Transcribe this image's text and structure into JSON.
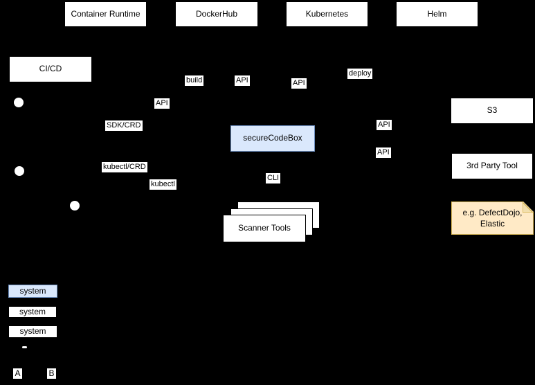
{
  "nodes": {
    "container_runtime": {
      "label": "Container Runtime"
    },
    "dockerhub": {
      "label": "DockerHub"
    },
    "kubernetes": {
      "label": "Kubernetes"
    },
    "helm": {
      "label": "Helm"
    },
    "cicd": {
      "label": "CI/CD"
    },
    "securecodebox": {
      "label": "secureCodeBox"
    },
    "s3": {
      "label": "S3"
    },
    "third_party_tool": {
      "label": "3rd Party Tool"
    },
    "defectdojo_note": {
      "label": "e.g. DefectDojo, Elastic"
    },
    "scanner_tools": {
      "label": "Scanner Tools"
    }
  },
  "edge_labels": {
    "build": "build",
    "api_dockerhub": "API",
    "api_kubernetes": "API",
    "deploy": "deploy",
    "api_cicd": "API",
    "sdk_crd": "SDK/CRD",
    "api_s3": "API",
    "api_third_party": "API",
    "kubectl_crd": "kubectl/CRD",
    "kubectl": "kubectl",
    "cli": "CLI"
  },
  "legend": {
    "system_highlighted": "system",
    "system_plain_1": "system",
    "system_plain_2": "system",
    "marker_a": "A",
    "marker_b": "B"
  },
  "colors": {
    "background": "#000000",
    "node_fill": "#ffffff",
    "node_text": "#000000",
    "highlight_fill": "#dae8fc",
    "highlight_border": "#6c8ebf",
    "note_fill": "#ffeac6",
    "note_border": "#d6b656"
  }
}
